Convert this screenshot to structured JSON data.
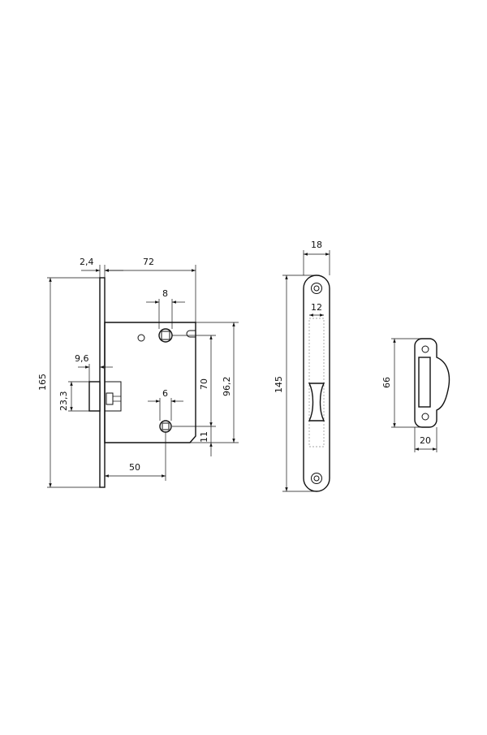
{
  "dimensions": {
    "faceplate_thickness": "2,4",
    "body_depth": "72",
    "handle_hole": "8",
    "lock_hole": "6",
    "center_distance": "70",
    "lower_offset": "11",
    "body_height": "96,2",
    "latch_projection": "9,6",
    "latch_height": "23,3",
    "faceplate_height": "165",
    "backset": "50",
    "front_width": "18",
    "slot_width": "12",
    "front_length": "145",
    "strike_height": "66",
    "strike_width": "20"
  },
  "colors": {
    "line": "#111111",
    "background": "#ffffff",
    "hidden": "#888888"
  }
}
